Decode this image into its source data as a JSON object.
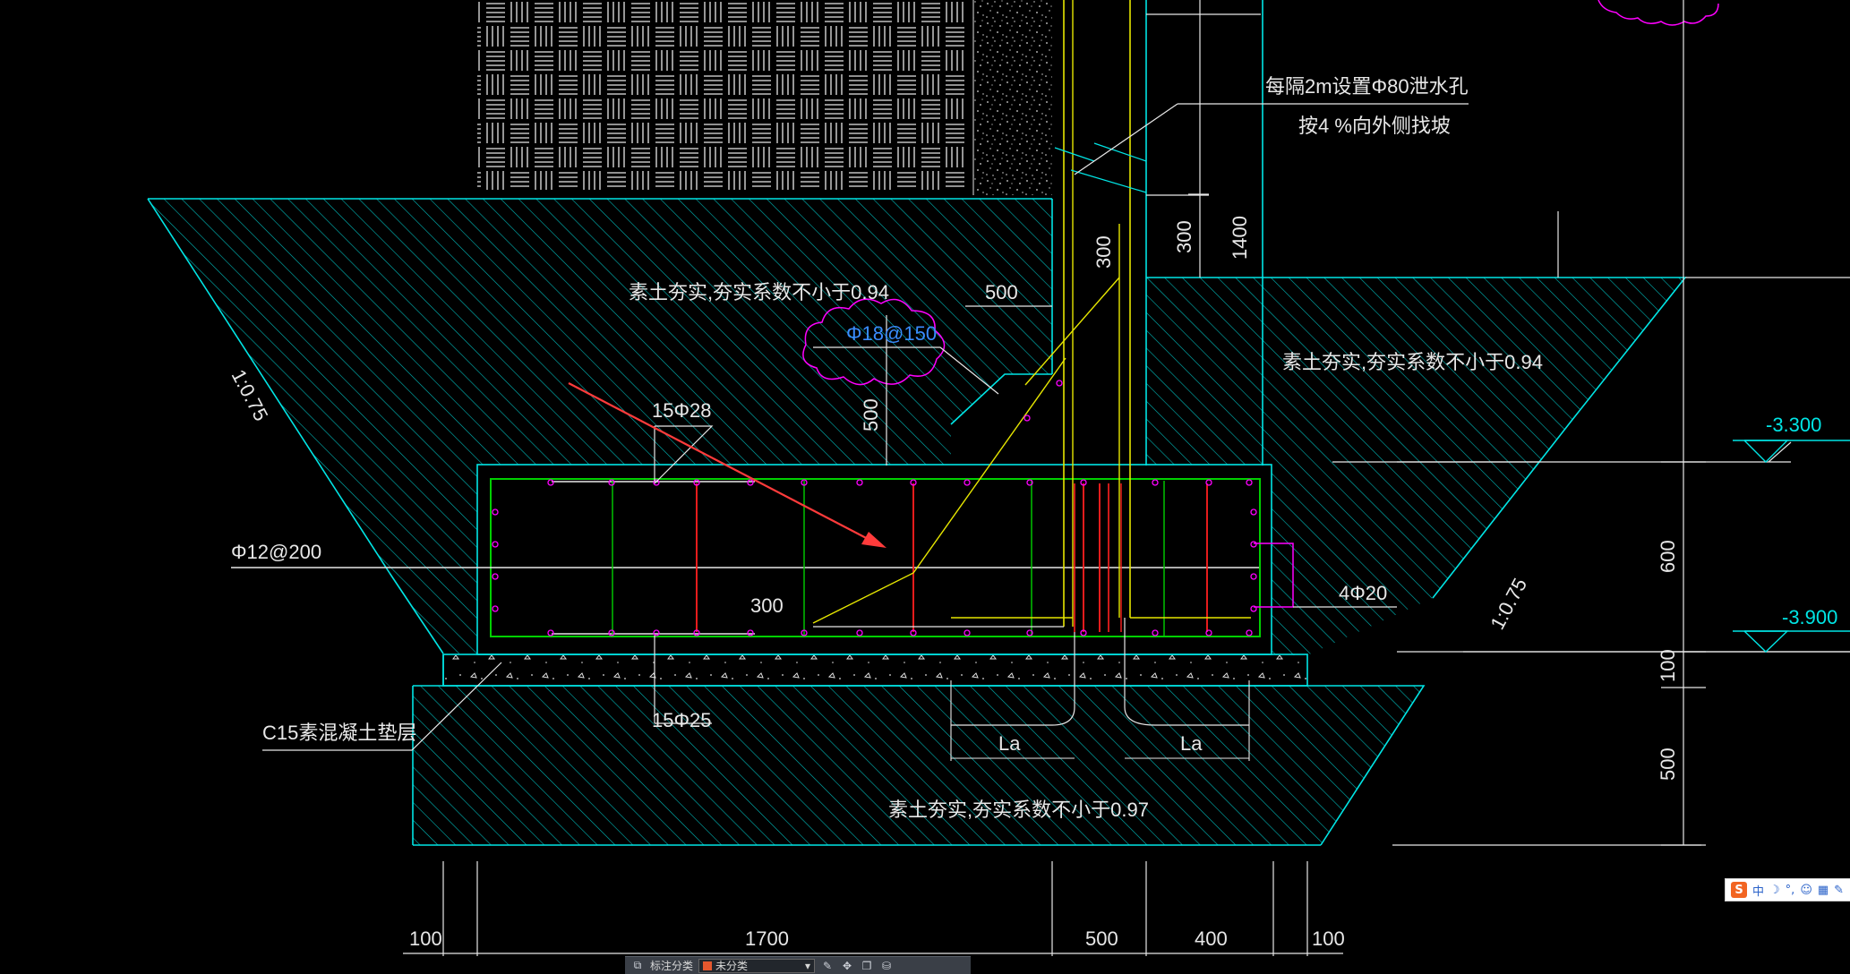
{
  "drawing": {
    "notes": {
      "drain_line1": "每隔2m设置Φ80泄水孔",
      "drain_line2": "按4 %向外侧找坡",
      "compact_left": "素土夯实,夯实系数不小于0.94",
      "compact_right": "素土夯实,夯实系数不小于0.94",
      "compact_bottom": "素土夯实,夯实系数不小于0.97",
      "cushion": "C15素混凝土垫层"
    },
    "rebar": {
      "cloud_bar": "Φ18@150",
      "top_bars": "15Φ28",
      "bottom_bars": "15Φ25",
      "distribution": "Φ12@200",
      "side_bars": "4Φ20"
    },
    "slopes": {
      "left": "1:0.75",
      "right": "1:0.75"
    },
    "elevations": {
      "upper": "-3.300",
      "lower": "-3.900"
    },
    "dims": {
      "d500_top": "500",
      "d500_vert": "500",
      "d300_vert": "300",
      "d300_right": "300",
      "d1400": "1400",
      "d300_bottom": "300",
      "la_left": "La",
      "la_right": "La",
      "d600": "600",
      "d100_right": "100",
      "d500_right": "500",
      "bottom": [
        "100",
        "1700",
        "500",
        "400",
        "100"
      ]
    },
    "colors": {
      "hatch": "#00c8c8",
      "outline_cyan": "#00e5e5",
      "green": "#00d000",
      "red": "#ff2020",
      "yellow": "#e6e600",
      "magenta": "#ff00ff",
      "white": "#e8e8e8",
      "arrow": "#ff3b3b",
      "cloud_text": "#3a8cff"
    }
  },
  "toolbar": {
    "layer_label": "标注分类",
    "layer_value": "未分类",
    "icons": [
      "layers-icon",
      "pencil-icon",
      "move-icon",
      "copy-icon",
      "clip-icon"
    ]
  },
  "ime": {
    "logo": "S",
    "items": [
      "中",
      "☽",
      "°,",
      "☺",
      "▦",
      "✎"
    ]
  }
}
